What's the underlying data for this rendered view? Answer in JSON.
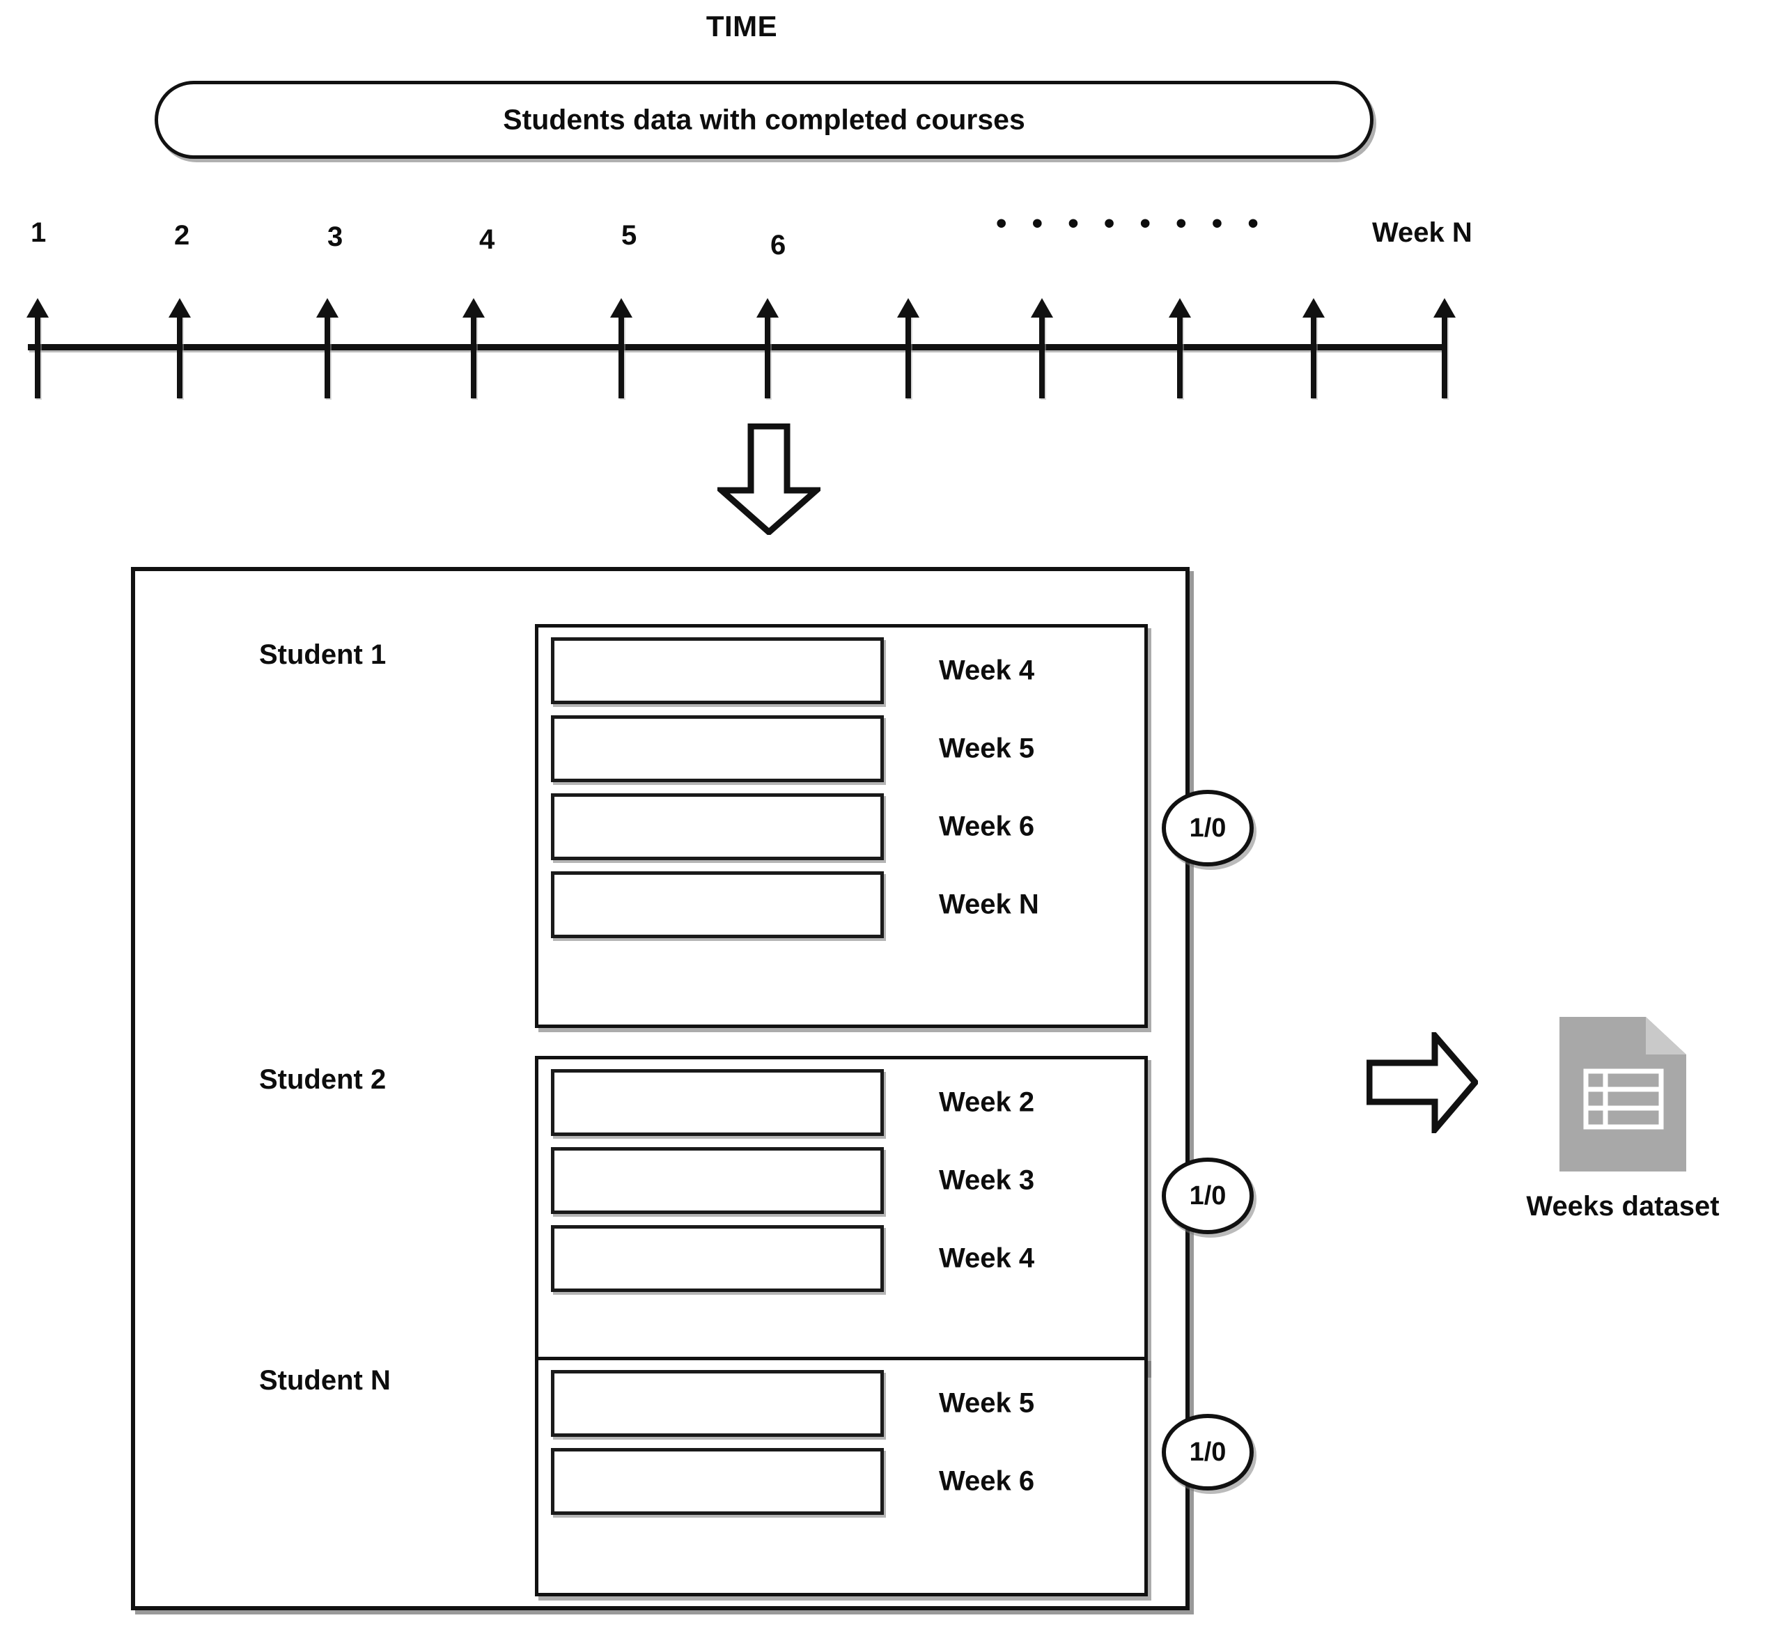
{
  "title": "TIME",
  "source_box": {
    "label": "Students data with completed courses"
  },
  "timeline": {
    "tick_labels": [
      "1",
      "2",
      "3",
      "4",
      "5",
      "6"
    ],
    "ellipsis": "• • • • • • • •",
    "last_label": "Week N",
    "tick_count": 11
  },
  "transform_arrow": {
    "name": "down-arrow"
  },
  "students": [
    {
      "label": "Student 1",
      "weeks": [
        "Week 4",
        "Week 5",
        "Week 6",
        "Week N"
      ],
      "target": "1/0"
    },
    {
      "label": "Student 2",
      "weeks": [
        "Week 2",
        "Week 3",
        "Week 4"
      ],
      "target": "1/0"
    },
    {
      "label": "Student N",
      "weeks": [
        "Week 5",
        "Week 6"
      ],
      "target": "1/0"
    }
  ],
  "output": {
    "arrow_name": "right-arrow",
    "icon_name": "spreadsheet-icon",
    "caption": "Weeks dataset"
  },
  "colors": {
    "line": "#111111",
    "text": "#0d0d0d",
    "sheet_body": "#a8a8a8",
    "sheet_fold": "#c9c9c9",
    "sheet_grid": "#ffffff",
    "background": "#ffffff"
  }
}
